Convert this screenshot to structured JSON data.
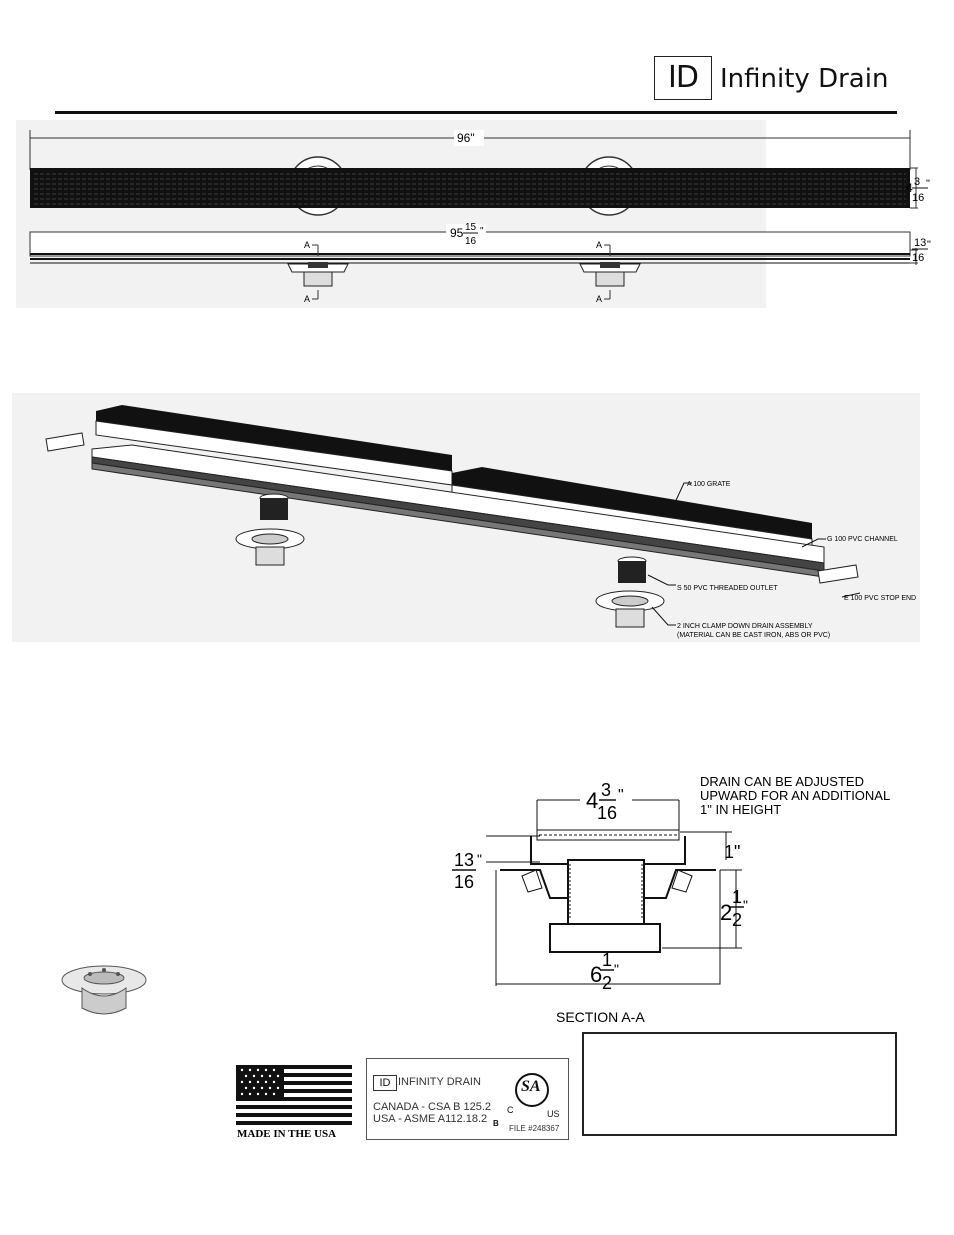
{
  "brand": {
    "mark": "ID",
    "name": "Infinity Drain"
  },
  "top_view": {
    "overall_length": "96\"",
    "width_whole": "4",
    "width_num": "3",
    "width_den": "16",
    "width_unit": "\""
  },
  "side_view": {
    "length_whole": "95",
    "length_num": "15",
    "length_den": "16",
    "length_unit": "\"",
    "height_num": "13",
    "height_den": "16",
    "height_unit": "\"",
    "section_marker": "A"
  },
  "exploded": {
    "grate_label": "A 100 GRATE",
    "channel_label": "G 100 PVC CHANNEL",
    "outlet_label": "S 50 PVC THREADED OUTLET",
    "stop_end_label": "E 100 PVC STOP END",
    "clamp_label_1": "2 INCH CLAMP DOWN DRAIN ASSEMBLY",
    "clamp_label_2": "(MATERIAL CAN BE CAST IRON, ABS OR PVC)"
  },
  "section": {
    "note_line_1": "DRAIN CAN BE ADJUSTED",
    "note_line_2": "UPWARD FOR AN ADDITIONAL",
    "note_line_3": "1\" IN HEIGHT",
    "top_width_whole": "4",
    "top_width_num": "3",
    "top_width_den": "16",
    "top_width_unit": "\"",
    "left_height_num": "13",
    "left_height_den": "16",
    "left_height_unit": "\"",
    "dim_1": "1\"",
    "dim_2_whole": "2",
    "dim_2_num": "1",
    "dim_2_den": "2",
    "dim_2_unit": "\"",
    "base_whole": "6",
    "base_num": "1",
    "base_den": "2",
    "base_unit": "\"",
    "title": "SECTION A-A"
  },
  "badges": {
    "made_in": "MADE IN THE USA",
    "cert_brand_mark": "ID",
    "cert_brand": "INFINITY DRAIN",
    "canada": "CANADA - CSA B 125.2",
    "usa": "USA - ASME A112.18.2",
    "class_mark": "B",
    "csa_c": "C",
    "csa_us": "US",
    "file": "FILE #248367"
  }
}
